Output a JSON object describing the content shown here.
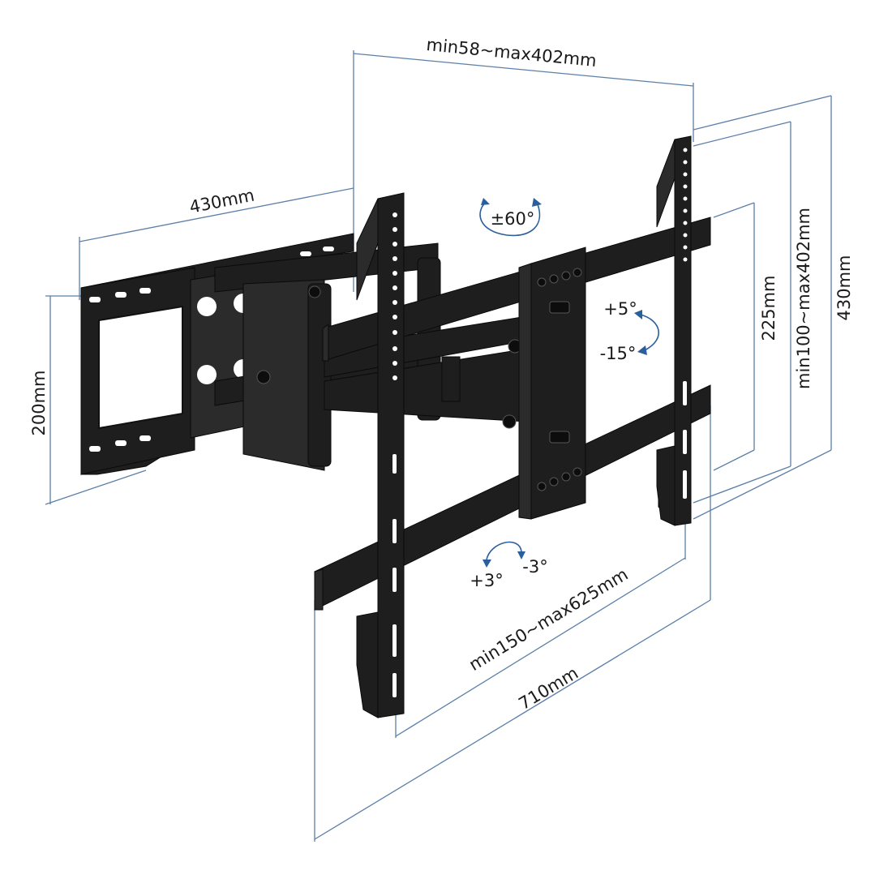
{
  "dimensions": {
    "vesa_horizontal_top": "min58~max402mm",
    "wall_plate_width": "430mm",
    "wall_plate_height": "200mm",
    "arm_height_inner": "225mm",
    "vesa_vertical": "min100~max402mm",
    "arm_height_outer": "430mm",
    "vesa_horizontal_bottom": "min150~max625mm",
    "overall_width": "710mm"
  },
  "angles": {
    "swivel": "±60°",
    "tilt_up": "+5°",
    "tilt_down": "-15°",
    "level_plus": "+3°",
    "level_minus": "-3°"
  },
  "colors": {
    "steel": "#1e1e1e",
    "dimension_line": "#5b7fa8",
    "rotation_arrow": "#2a5f9e"
  }
}
